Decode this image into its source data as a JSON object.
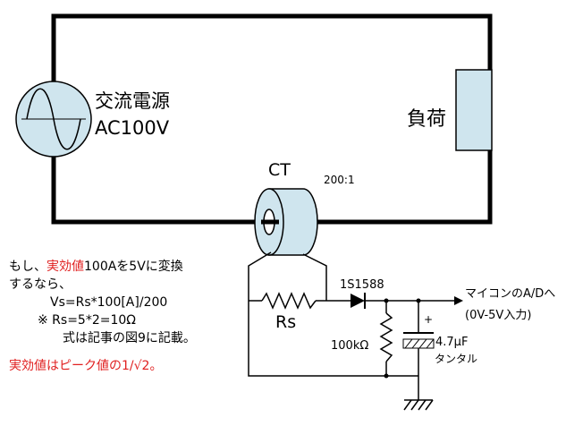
{
  "source": {
    "line1": "交流電源",
    "line2": "AC100V"
  },
  "load": {
    "label": "負荷"
  },
  "ct": {
    "label": "CT",
    "ratio": "200:1"
  },
  "components": {
    "rs": "Rs",
    "diode": "1S1588",
    "r100k": "100kΩ",
    "cap_value": "4.7μF",
    "cap_type": "タンタル",
    "cap_polarity": "+"
  },
  "output": {
    "line1": "マイコンのA/Dへ",
    "line2": "(0V-5V入力)"
  },
  "notes": {
    "l1_pre": "もし、",
    "l1_red": "実効値",
    "l1_post": "100Aを5Vに変換",
    "l2": "するなら、",
    "l3": "Vs=Rs*100[A]/200",
    "l4": "※ Rs=5*2=10Ω",
    "l5": "式は記事の図9に記載。",
    "l6": "実効値はピーク値の1/√2。"
  },
  "colors": {
    "source_fill": "#cfe5ee",
    "ct_fill": "#cfe5ee",
    "load_fill": "#cfe5ee",
    "highlight": "#e02020"
  }
}
